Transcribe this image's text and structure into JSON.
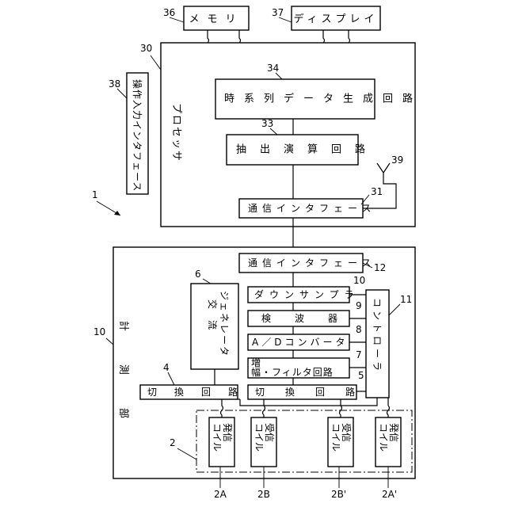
{
  "figure_ref": "1",
  "blocks": {
    "memory": {
      "ref": "36",
      "label": "メモリ"
    },
    "display": {
      "ref": "37",
      "label": "ディスプレイ"
    },
    "processor": {
      "ref": "30",
      "label": "プロセッサ"
    },
    "series_gen": {
      "ref": "34",
      "label": "時系列データ生成回路"
    },
    "extract": {
      "ref": "33",
      "label": "抽出演算回路"
    },
    "comm_p": {
      "ref": "31",
      "label": "通信インタフェース"
    },
    "antenna": {
      "ref": "39"
    },
    "op_if": {
      "ref": "38",
      "label": "操作入力インタフェース"
    },
    "measure": {
      "ref": "10",
      "label": "計測部"
    },
    "comm_m": {
      "ref": "12",
      "label": "通信インタフェース"
    },
    "ac_gen": {
      "ref": "6",
      "label_1": "交流",
      "label_2": "ジェネレータ"
    },
    "downsampler": {
      "ref": "10",
      "label": "ダウンサンプラ"
    },
    "detector": {
      "ref": "9",
      "label": "検波器"
    },
    "adc": {
      "ref": "8",
      "label": "A／Dコンバータ"
    },
    "amp": {
      "ref": "7",
      "label_1": "増",
      "label_2": "幅・フィルタ回路"
    },
    "switch_right": {
      "ref": "5",
      "label": "切換回路"
    },
    "controller": {
      "ref": "11",
      "label": "コントローラ"
    },
    "switch_left": {
      "ref": "4",
      "label": "切換回路"
    },
    "coil_group": {
      "ref": "2"
    },
    "coil_tx1": {
      "ref": "2A",
      "label_1": "発信",
      "label_2": "コイル"
    },
    "coil_rx1": {
      "ref": "2B",
      "label_1": "受信",
      "label_2": "コイル"
    },
    "coil_rx2": {
      "ref": "2B'",
      "label_1": "受信",
      "label_2": "コイル"
    },
    "coil_tx2": {
      "ref": "2A'",
      "label_1": "発信",
      "label_2": "コイル"
    }
  }
}
